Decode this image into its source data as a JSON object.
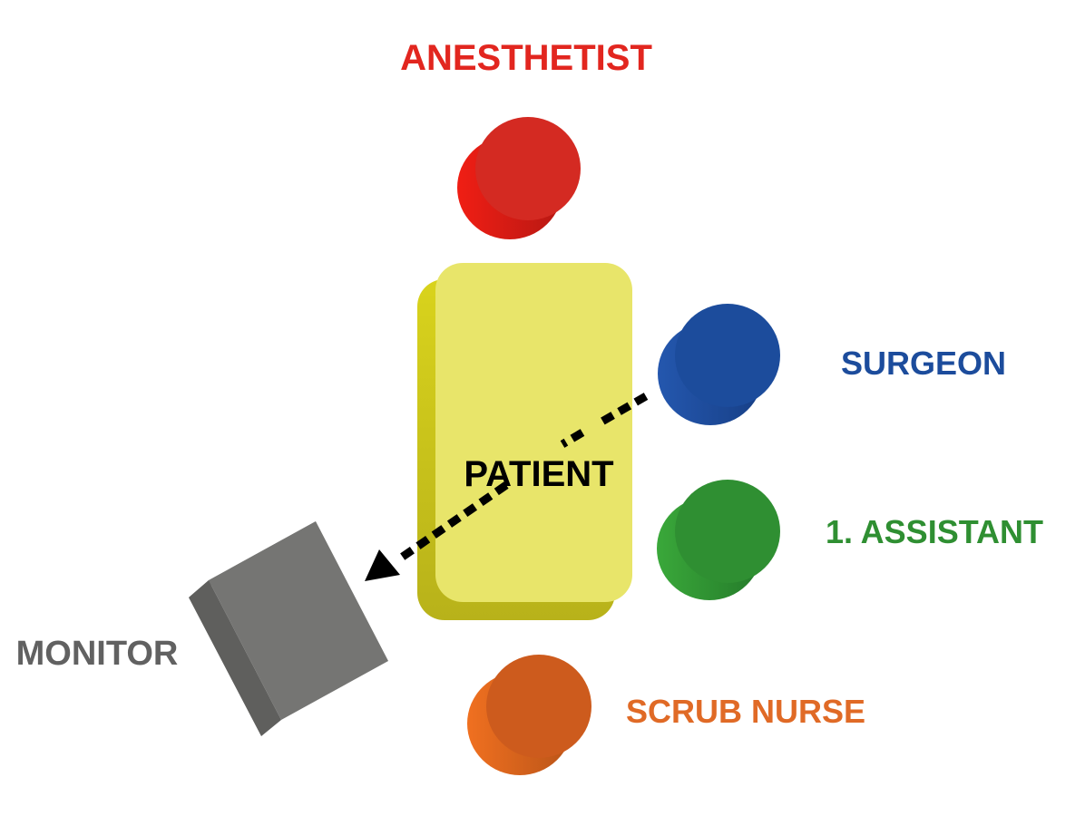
{
  "labels": {
    "anesthetist": "ANESTHETIST",
    "surgeon": "SURGEON",
    "assistant": "1. ASSISTANT",
    "scrub_nurse": "SCRUB NURSE",
    "patient": "PATIENT",
    "monitor": "MONITOR"
  },
  "colors": {
    "anesthetist": "#e2261f",
    "surgeon": "#1c4c9c",
    "assistant": "#2f8f32",
    "scrub_nurse": "#e06a26",
    "patient": "#e8e56a",
    "monitor": "#7a7a78",
    "monitor_label": "#616161",
    "sightline": "#000000"
  }
}
